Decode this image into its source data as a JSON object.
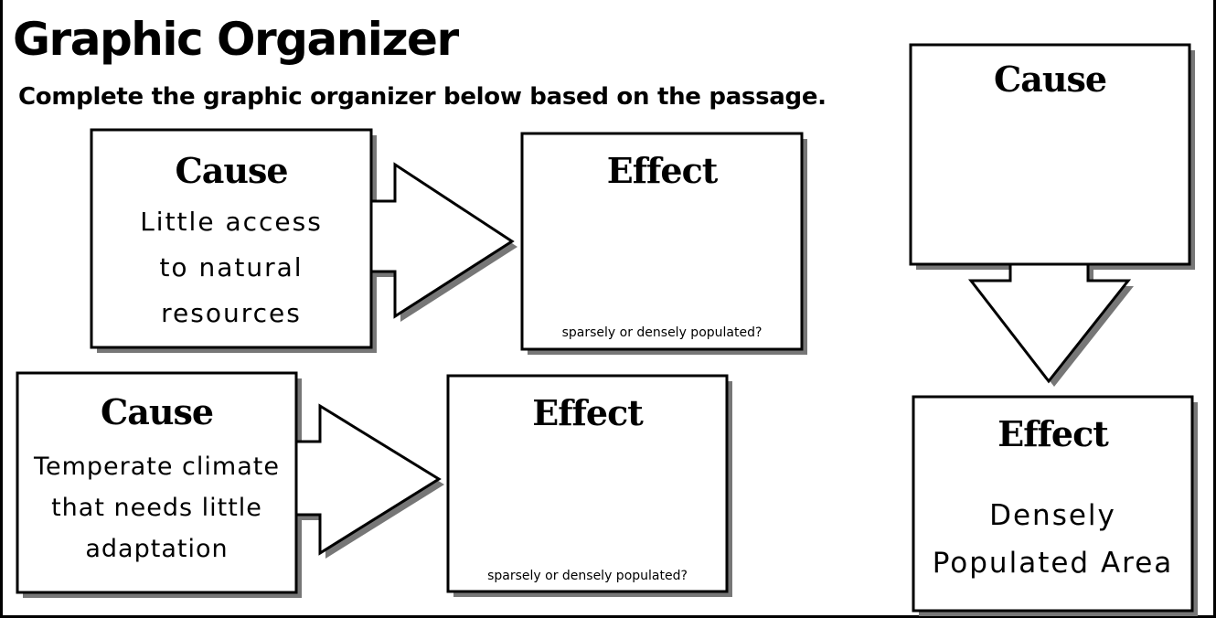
{
  "title": "Graphic Organizer",
  "instructions": "Complete the graphic organizer below based on the passage.",
  "pair1": {
    "cause_label": "Cause",
    "cause_lines": [
      "Little access",
      "to natural",
      "resources"
    ],
    "effect_label": "Effect",
    "effect_hint": "sparsely or densely populated?"
  },
  "pair2": {
    "cause_label": "Cause",
    "cause_lines": [
      "Temperate climate",
      "that needs little",
      "adaptation"
    ],
    "effect_label": "Effect",
    "effect_hint": "sparsely or densely populated?"
  },
  "pair3": {
    "cause_label": "Cause",
    "effect_label": "Effect",
    "effect_lines": [
      "Densely",
      "Populated Area"
    ]
  }
}
